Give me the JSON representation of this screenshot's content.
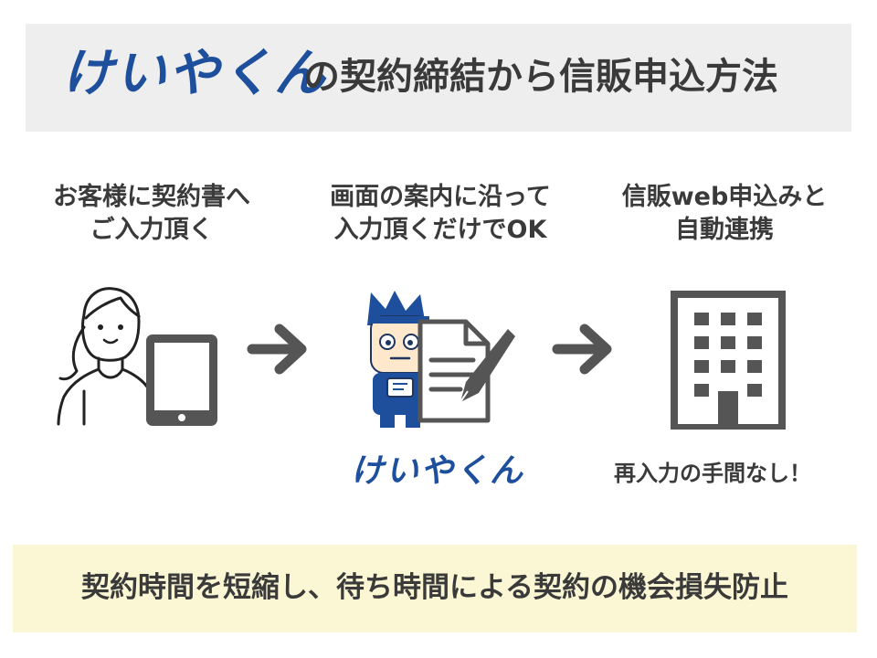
{
  "header": {
    "brand": "けいやくん",
    "title_rest": "の契約締結から信販申込方法"
  },
  "steps": [
    {
      "lines": [
        "お客様に契約書へ",
        "ご入力頂く"
      ]
    },
    {
      "lines": [
        "画面の案内に沿って",
        "入力頂くだけでOK"
      ]
    },
    {
      "lines": [
        "信販web申込みと",
        "自動連携"
      ]
    }
  ],
  "mascot": {
    "brand": "けいやくん"
  },
  "building_note": "再入力の手間なし！",
  "footer": {
    "text": "契約時間を短縮し、待ち時間による契約の機会損失防止"
  },
  "colors": {
    "brand_blue": "#1e4f9c",
    "icon_gray": "#555555",
    "title_band": "#eeeeee",
    "footer_band": "#fbf7d4"
  },
  "icons": [
    "woman-icon",
    "tablet-icon",
    "arrow-right-icon",
    "mascot-icon",
    "document-pen-icon",
    "building-icon"
  ]
}
